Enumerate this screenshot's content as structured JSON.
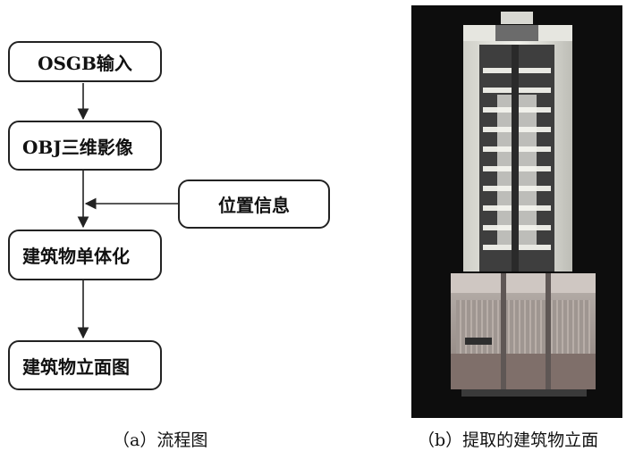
{
  "flowchart": {
    "nodes": [
      {
        "id": "n1",
        "label": "OSGB输入"
      },
      {
        "id": "n2",
        "label": "OBJ三维影像"
      },
      {
        "id": "n3",
        "label": "位置信息"
      },
      {
        "id": "n4",
        "label": "建筑物单体化"
      },
      {
        "id": "n5",
        "label": "建筑物立面图"
      }
    ],
    "edges": [
      {
        "from": "n1",
        "to": "n2"
      },
      {
        "from": "n2",
        "to": "n4"
      },
      {
        "from": "n3",
        "to": "n4"
      },
      {
        "from": "n4",
        "to": "n5"
      }
    ]
  },
  "captions": {
    "a": "（a）流程图",
    "b": "（b）提取的建筑物立面"
  },
  "colors": {
    "line": "#222222",
    "photo_background": "#0d0d0d"
  }
}
